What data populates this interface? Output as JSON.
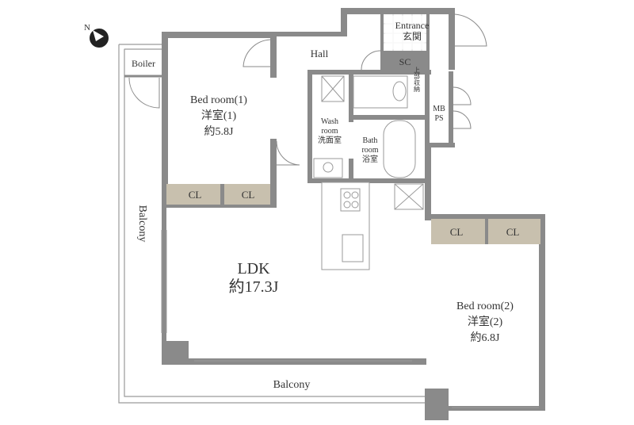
{
  "compass": {
    "letter": "N"
  },
  "rooms": {
    "entrance": {
      "en": "Entrance",
      "jp": "玄関"
    },
    "sc": "SC",
    "hall": "Hall",
    "boiler": "Boiler",
    "bedroom1": {
      "en": "Bed room(1)",
      "jp": "洋室(1)",
      "size": "約5.8J"
    },
    "wash": {
      "l1": "Wash",
      "l2": "room",
      "jp": "洗面室"
    },
    "bath": {
      "l1": "Bath",
      "l2": "room",
      "jp": "浴室"
    },
    "upper_storage": "上部収納",
    "mbps": {
      "l1": "MB",
      "l2": "PS"
    },
    "closet": "CL",
    "ldk": {
      "name": "LDK",
      "size": "約17.3J"
    },
    "bedroom2": {
      "en": "Bed room(2)",
      "jp": "洋室(2)",
      "size": "約6.8J"
    },
    "balcony_side": "Balcony",
    "balcony_bottom": "Balcony"
  },
  "colors": {
    "wall": "#8a8a8a",
    "closet": "#c8c0ae",
    "text": "#333333"
  }
}
